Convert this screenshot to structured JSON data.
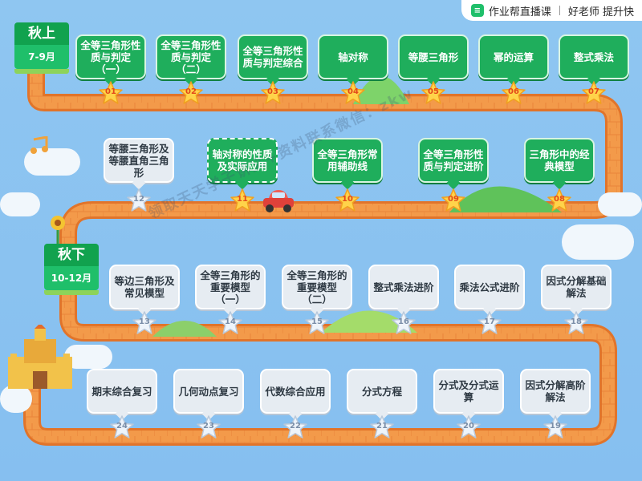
{
  "brand": {
    "name": "作业帮直播课",
    "tagline": "好老师 提升快"
  },
  "seasons": [
    {
      "id": "fall-1",
      "title": "秋上",
      "range": "7-9月"
    },
    {
      "id": "fall-2",
      "title": "秋下",
      "range": "10-12月"
    }
  ],
  "rows": [
    {
      "items": [
        {
          "num": "01",
          "label": "全等三角形性质与判定（一）",
          "style": "g"
        },
        {
          "num": "02",
          "label": "全等三角形性质与判定（二）",
          "style": "g"
        },
        {
          "num": "03",
          "label": "全等三角形性质与判定综合",
          "style": "g"
        },
        {
          "num": "04",
          "label": "轴对称",
          "style": "g"
        },
        {
          "num": "05",
          "label": "等腰三角形",
          "style": "g"
        },
        {
          "num": "06",
          "label": "幂的运算",
          "style": "g"
        },
        {
          "num": "07",
          "label": "整式乘法",
          "style": "g"
        }
      ]
    },
    {
      "items": [
        {
          "num": "12",
          "label": "等腰三角形及等腰直角三角形",
          "style": "w"
        },
        {
          "num": "11",
          "label": "轴对称的性质及实际应用",
          "style": "dash"
        },
        {
          "num": "10",
          "label": "全等三角形常用辅助线",
          "style": "g"
        },
        {
          "num": "09",
          "label": "全等三角形性质与判定进阶",
          "style": "g"
        },
        {
          "num": "08",
          "label": "三角形中的经典模型",
          "style": "g"
        }
      ]
    },
    {
      "items": [
        {
          "num": "13",
          "label": "等边三角形及常见模型",
          "style": "w"
        },
        {
          "num": "14",
          "label": "全等三角形的重要模型（一）",
          "style": "w"
        },
        {
          "num": "15",
          "label": "全等三角形的重要模型（二）",
          "style": "w"
        },
        {
          "num": "16",
          "label": "整式乘法进阶",
          "style": "w"
        },
        {
          "num": "17",
          "label": "乘法公式进阶",
          "style": "w"
        },
        {
          "num": "18",
          "label": "因式分解基础解法",
          "style": "w"
        }
      ]
    },
    {
      "items": [
        {
          "num": "24",
          "label": "期末综合复习",
          "style": "w"
        },
        {
          "num": "23",
          "label": "几何动点复习",
          "style": "w"
        },
        {
          "num": "22",
          "label": "代数综合应用",
          "style": "w"
        },
        {
          "num": "21",
          "label": "分式方程",
          "style": "w"
        },
        {
          "num": "20",
          "label": "分式及分式运算",
          "style": "w"
        },
        {
          "num": "19",
          "label": "因式分解高阶解法",
          "style": "w"
        }
      ]
    }
  ],
  "watermark": "领取天天学子讲义+资料联系微信：zkw",
  "colors": {
    "road": "#f39a4a",
    "road_edge": "#e1742a",
    "green": "#1fae5c",
    "sky": "#8ec4ef"
  }
}
